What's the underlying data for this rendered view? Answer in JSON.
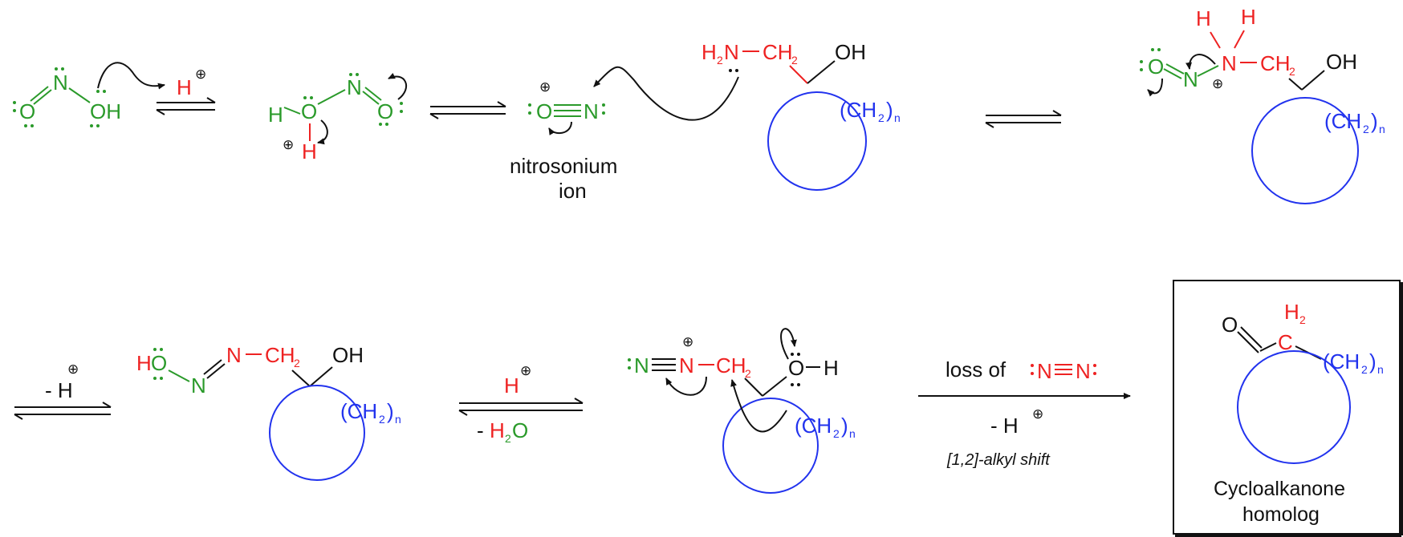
{
  "colors": {
    "green": "#2a9a2a",
    "red": "#ee2222",
    "blue": "#2233ee",
    "black": "#111111"
  },
  "atoms": {
    "O": "O",
    "N": "N",
    "H": "H",
    "OH": "OH",
    "H2": "H",
    "CH2": "CH",
    "sub2": "2",
    "subn": "n",
    "plus": "⊕",
    "lone": ":",
    "ring_label": "(CH",
    "ring_close": ")"
  },
  "labels": {
    "nitrosonium": "nitrosonium",
    "ion": "ion",
    "minus_h": "- H",
    "h_plus": "H",
    "minus_h2o_prefix": "- ",
    "minus_h2o_h": "H",
    "minus_h2o_o": "O",
    "loss_of": "loss of",
    "minus_h_plus": "- H",
    "shift": "[1,2]-alkyl shift",
    "product_1": "Cycloalkanone",
    "product_2": "homolog"
  }
}
